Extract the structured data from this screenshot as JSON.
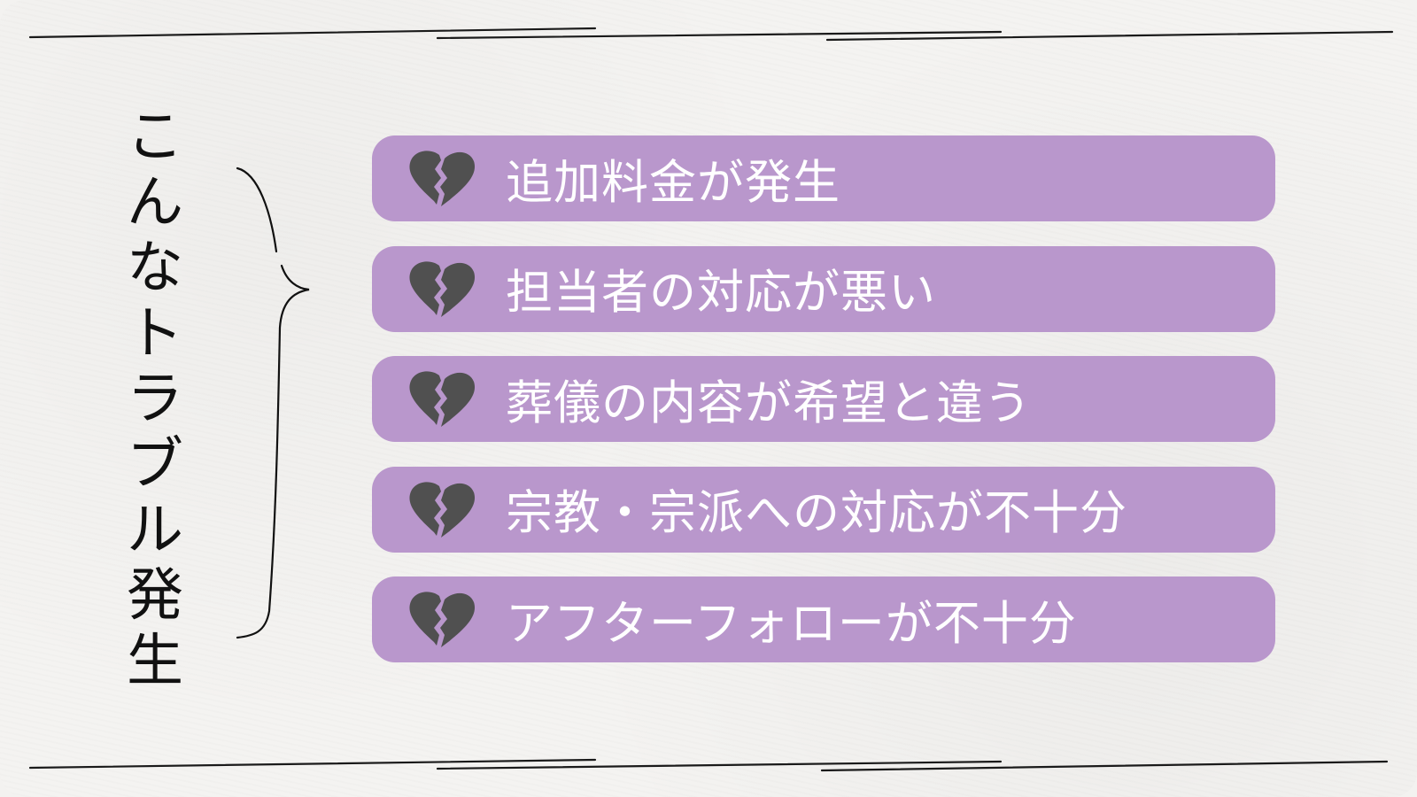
{
  "title_chars": [
    "こ",
    "ん",
    "な",
    "ト",
    "ラ",
    "ブ",
    "ル",
    "発",
    "生"
  ],
  "title": "こんなトラブル発生",
  "items": [
    {
      "icon": "broken-heart-icon",
      "label": "追加料金が発生"
    },
    {
      "icon": "broken-heart-icon",
      "label": "担当者の対応が悪い"
    },
    {
      "icon": "broken-heart-icon",
      "label": "葬儀の内容が希望と違う"
    },
    {
      "icon": "broken-heart-icon",
      "label": "宗教・宗派への対応が不十分"
    },
    {
      "icon": "broken-heart-icon",
      "label": "アフターフォローが不十分"
    }
  ],
  "colors": {
    "bar": "#b997cc",
    "heart": "#505050",
    "text": "#ffffff",
    "ink": "#111111"
  }
}
